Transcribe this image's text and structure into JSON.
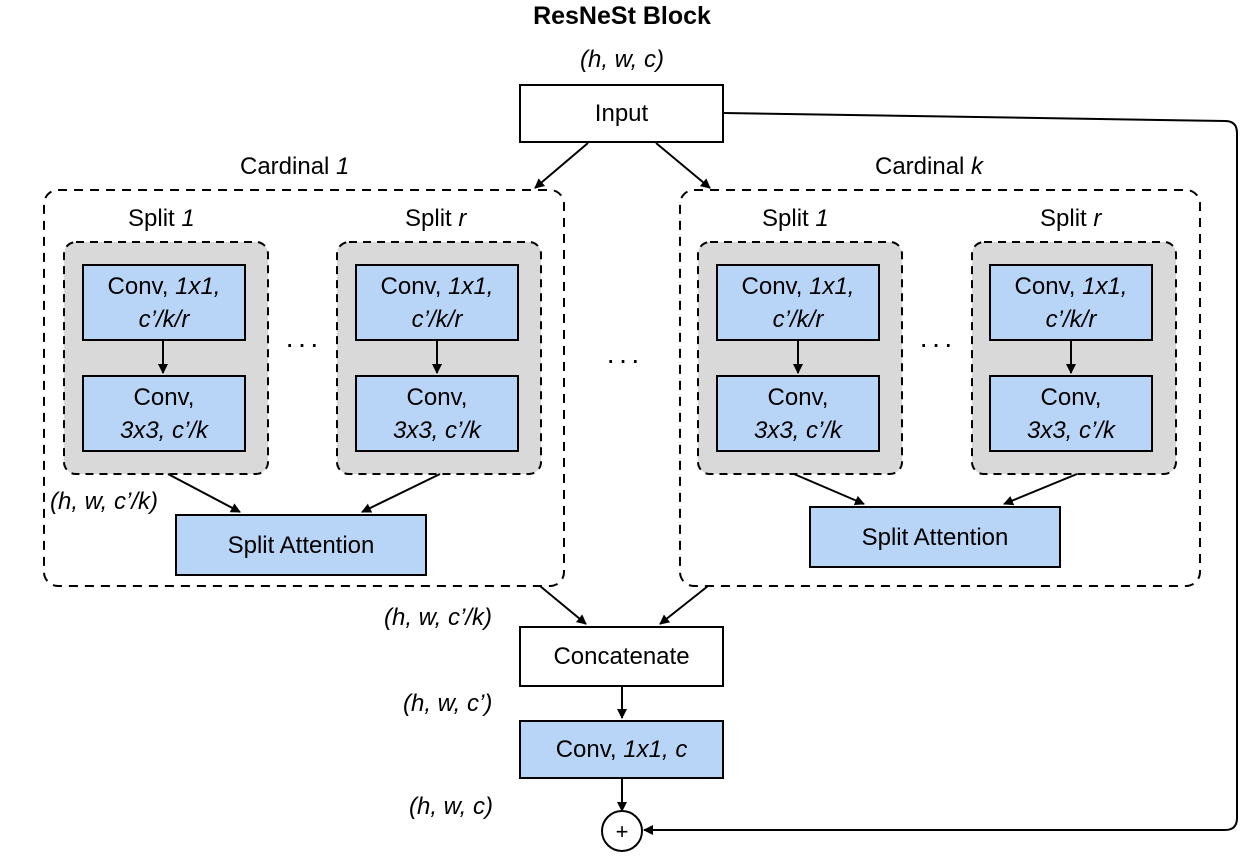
{
  "title": "ResNeSt Block",
  "input": {
    "dims": "(h, w, c)",
    "label": "Input"
  },
  "cardinal_left": {
    "label_prefix": "Cardinal ",
    "label_index": "1",
    "splits": [
      {
        "label_prefix": "Split ",
        "label_index": "1"
      },
      {
        "label_prefix": "Split ",
        "label_index": "r"
      }
    ],
    "split_dims": "(h, w, c’/k)",
    "attention_label": "Split Attention"
  },
  "cardinal_right": {
    "label_prefix": "Cardinal ",
    "label_index": "k",
    "splits": [
      {
        "label_prefix": "Split ",
        "label_index": "1"
      },
      {
        "label_prefix": "Split ",
        "label_index": "r"
      }
    ],
    "attention_label": "Split Attention"
  },
  "conv1x1": {
    "line1_plain": "Conv, ",
    "line1_ital": "1x1,",
    "line2_ital": "c’/k/r"
  },
  "conv3x3": {
    "line1_plain": "Conv,",
    "line2_ital": "3x3, c’/k"
  },
  "ellipsis": "···",
  "concat": {
    "dims": "(h, w, c’/k)",
    "label": "Concatenate"
  },
  "final_conv": {
    "dims": "(h, w, c’)",
    "label_plain": "Conv, ",
    "label_ital": "1x1, c"
  },
  "output": {
    "dims": "(h, w, c)",
    "sum_symbol": "+"
  },
  "colors": {
    "conv_fill": "#b8d5f7",
    "split_fill": "#d9d9d9",
    "stroke": "#000000"
  }
}
